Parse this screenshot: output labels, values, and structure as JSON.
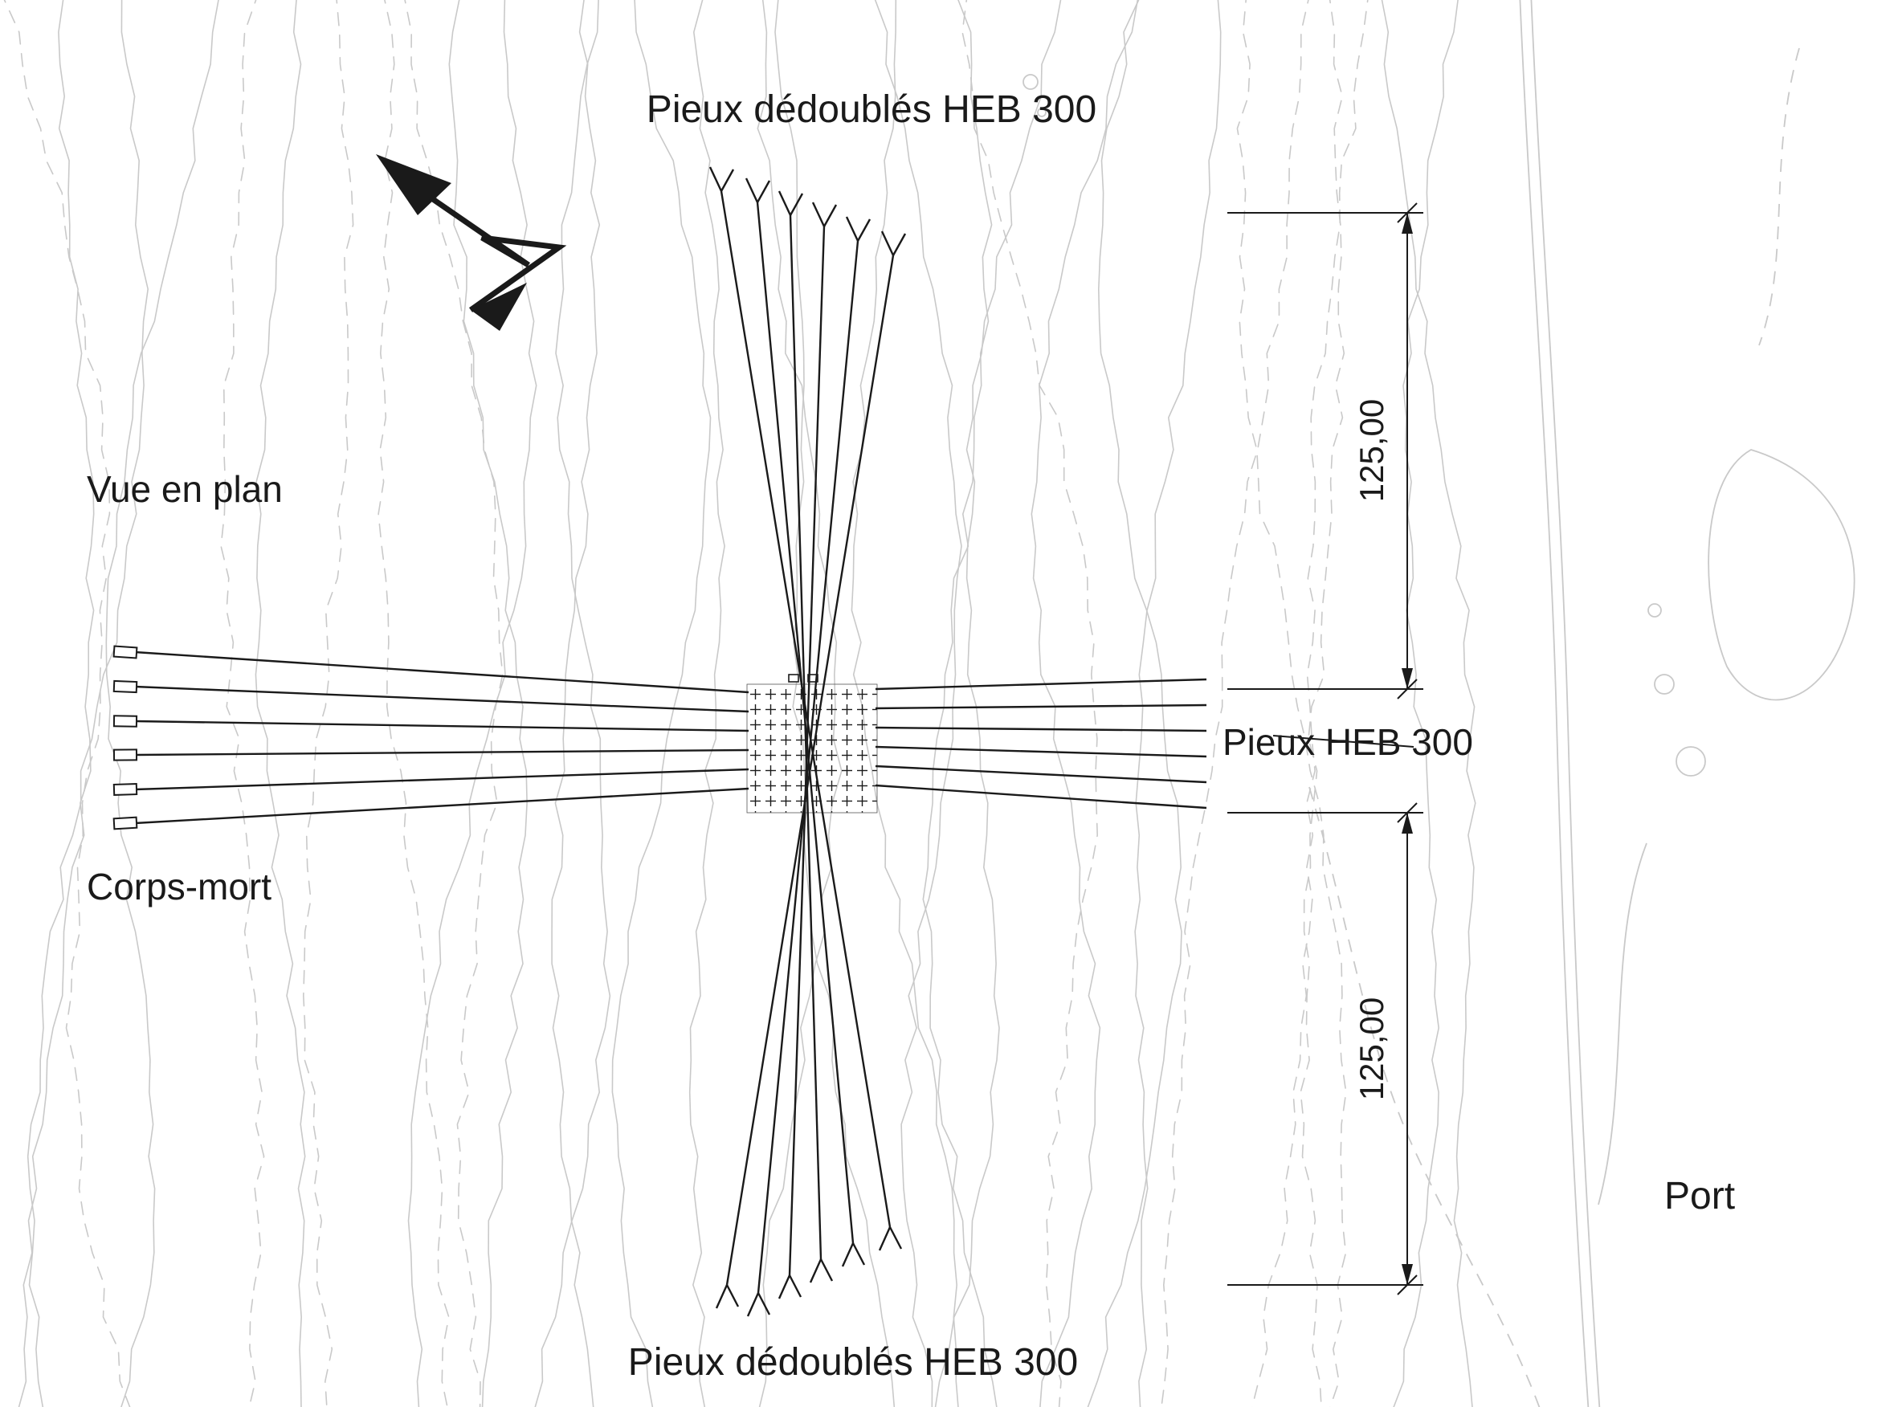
{
  "labels": {
    "view_title": "Vue en plan",
    "piles_doubled_top": "Pieux dédoublés HEB 300",
    "piles_doubled_bottom": "Pieux dédoublés HEB 300",
    "piles_right": "Pieux HEB 300",
    "deadman": "Corps-mort",
    "port": "Port"
  },
  "dimensions": {
    "upper": "125,00",
    "lower": "125,00"
  },
  "colors": {
    "ink": "#1a1a1a",
    "contour": "#c9c9c9"
  }
}
